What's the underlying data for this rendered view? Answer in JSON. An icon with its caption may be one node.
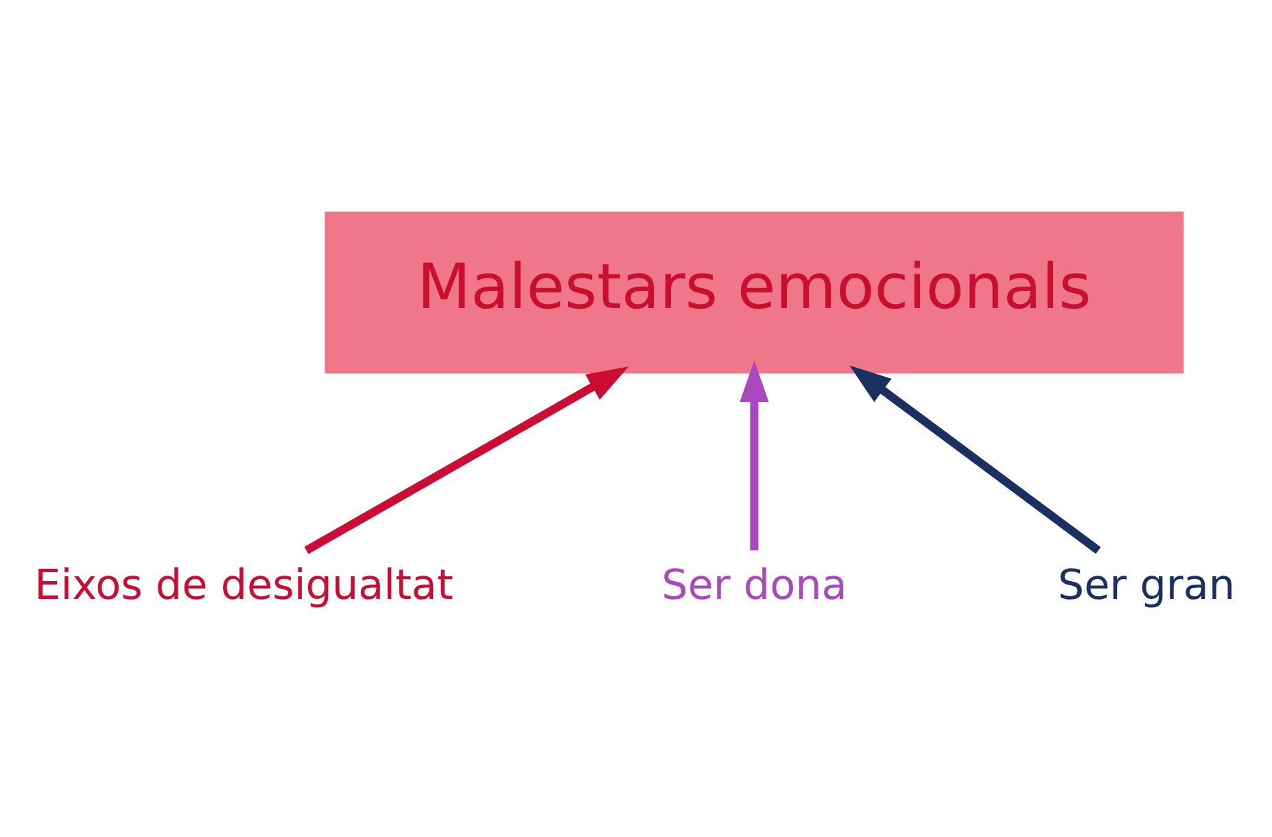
{
  "diagram": {
    "nodes": [
      {
        "text": [
          "Malestars emocionals"
        ]
      },
      {
        "text": [
          "Eixos de desigualtat"
        ]
      },
      {
        "text": [
          "Ser dona"
        ]
      },
      {
        "text": [
          "Ser gran"
        ]
      }
    ],
    "edges": [
      {
        "from": 1,
        "to": 0,
        "arrow": "to",
        "color": "#cc0c33"
      },
      {
        "from": 2,
        "to": 0,
        "arrow": "to",
        "color": "#ab47bf"
      },
      {
        "from": 3,
        "to": 0,
        "arrow": "to",
        "color": "#1a3060"
      }
    ]
  }
}
